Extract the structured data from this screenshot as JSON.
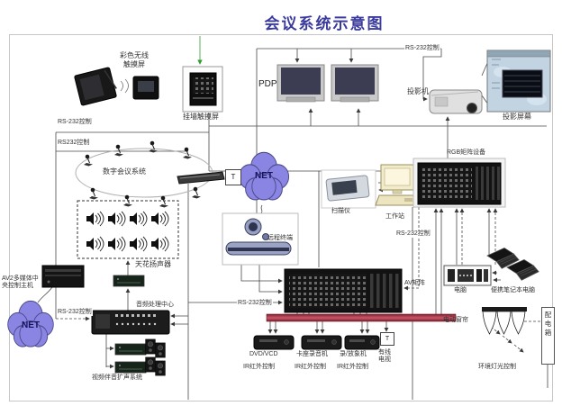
{
  "title": "会议系统示意图",
  "colors": {
    "title": "#3b3b9e",
    "cloud": "#8a85e2",
    "bus_bar": "#b03446",
    "green_arrow": "#2f9e2f"
  },
  "labels": {
    "wireless_touchscreen": "彩色无线触摸屏",
    "wall_touchscreen": "挂墙触摸屏",
    "rs232_top_a": "RS-232控制",
    "rs232_top_b": "RS232控制",
    "pdp": "PDP",
    "rs232_projector": "RS-232控制",
    "projector": "投影机",
    "projection_screen": "投影屏幕",
    "digital_conference": "数字会议系统",
    "ceiling_speakers": "天花扬声器",
    "net_center": "NET",
    "remote_terminal": "远程终端",
    "scanner": "扫描仪",
    "workstation": "工作站",
    "rgb_matrix": "RGB矩阵设备",
    "rs232_right": "RS-232控制",
    "computer": "电脑",
    "laptops": "便携笔记本电脑",
    "electric_curtain": "电动窗帘",
    "distribution_box": "配电箱",
    "ambient_lighting": "环境灯光控制",
    "av_matrix": "AV矩阵",
    "rs232_av": "RS-232控制",
    "dvd_vcd": "DVD/VCD",
    "ir_control_1": "IR红外控制",
    "cassette_recorder": "卡座录音机",
    "ir_control_2": "IR红外控制",
    "vcr": "录/放象机",
    "ir_control_3": "IR红外控制",
    "cable_tv": "有线电视",
    "av2_host": "AV2多媒体中央控制主机",
    "net_left": "NET",
    "rs232_audio": "RS-232控制",
    "audio_center": "音频处理中心",
    "video_audio_system": "视频伴音扩声系统",
    "t_box_1": "T",
    "t_box_2": "T"
  }
}
